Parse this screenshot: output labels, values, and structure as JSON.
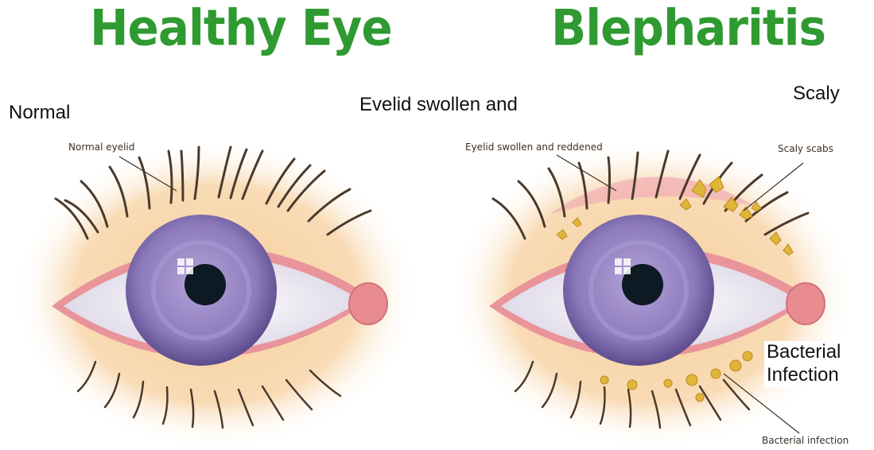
{
  "panels": {
    "left": {
      "title": "Healthy Eye",
      "callout": "Normal eyelid"
    },
    "right": {
      "title": "Blepharitis",
      "callout_swollen": "Eyelid swollen and reddened",
      "callout_scabs": "Scaly scabs",
      "callout_infection": "Bacterial infection"
    }
  },
  "overlays": {
    "normal": "Normal",
    "swollen": "Evelid swollen and",
    "scaly": "Scaly",
    "bacterial_line1": "Bacterial",
    "bacterial_line2": "Infection"
  },
  "colors": {
    "title_green": "#2f9a31",
    "iris": "#8a78b8",
    "pupil": "#0d1a24",
    "eyelid": "#e48a8f",
    "glow": "#f5c58b",
    "scab": "#e0b63a"
  }
}
